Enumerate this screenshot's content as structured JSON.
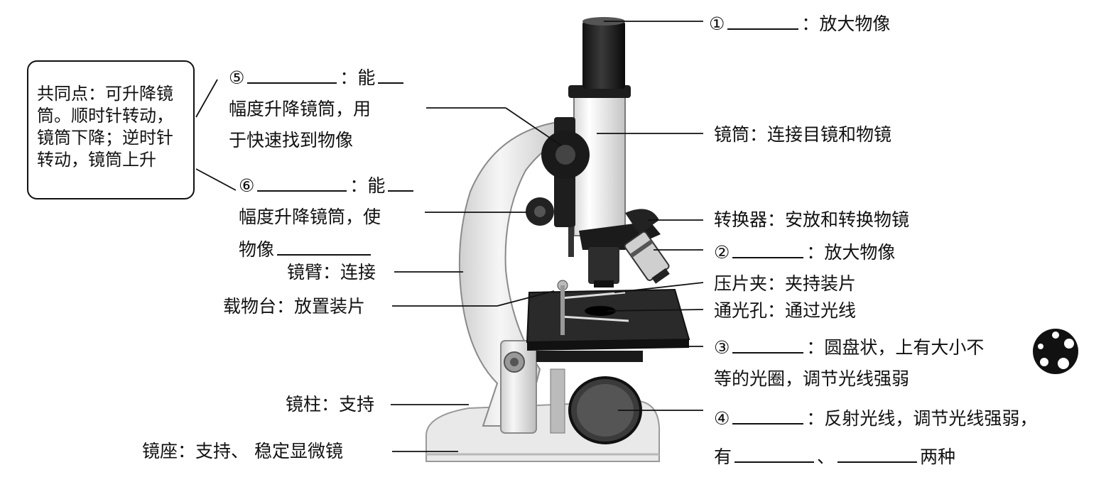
{
  "note": {
    "text": "共同点：可升降镜筒。顺时针转动，镜筒下降；逆时针转动，镜筒上升"
  },
  "left": {
    "l5": {
      "num": "⑤",
      "suffix": "：能",
      "line2": "幅度升降镜筒，用",
      "line3": "于快速找到物像"
    },
    "l6": {
      "num": "⑥",
      "suffix": "：能",
      "line2": "幅度升降镜筒，使",
      "line3": "物像"
    },
    "arm": "镜臂：连接",
    "stage": "载物台：放置装片",
    "pillar": "镜柱：支持",
    "base": "镜座：支持、 稳定显微镜"
  },
  "right": {
    "l1": {
      "num": "①",
      "suffix": "：放大物像"
    },
    "tube": "镜筒：连接目镜和物镜",
    "nosepiece": "转换器：安放和转换物镜",
    "l2": {
      "num": "②",
      "suffix": "：放大物像"
    },
    "clip": "压片夹：夹持装片",
    "hole": "通光孔：通过光线",
    "l3": {
      "num": "③",
      "suffix": "：圆盘状，上有大小不",
      "line2": "等的光圈，调节光线强弱"
    },
    "l4": {
      "num": "④",
      "suffix": "：反射光线，调节光线强弱，",
      "line2_a": "有",
      "line2_b": "、",
      "line2_c": "两种"
    }
  },
  "icons": {
    "diaphragm": "diaphragm-disc-icon",
    "microscope": "microscope-illustration"
  }
}
